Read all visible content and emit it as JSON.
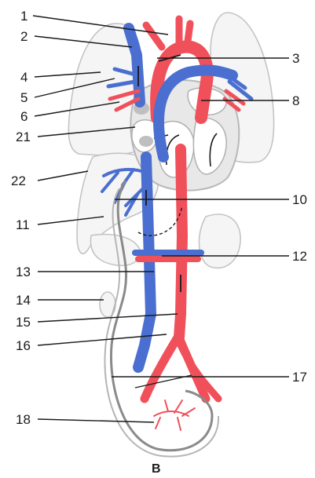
{
  "figure": {
    "panel_label": "B",
    "callouts": [
      {
        "id": "1",
        "label": "1"
      },
      {
        "id": "2",
        "label": "2"
      },
      {
        "id": "3",
        "label": "3"
      },
      {
        "id": "4",
        "label": "4"
      },
      {
        "id": "5",
        "label": "5"
      },
      {
        "id": "6",
        "label": "6"
      },
      {
        "id": "8",
        "label": "8"
      },
      {
        "id": "21",
        "label": "21"
      },
      {
        "id": "22",
        "label": "22"
      },
      {
        "id": "10",
        "label": "10"
      },
      {
        "id": "11",
        "label": "11"
      },
      {
        "id": "12",
        "label": "12"
      },
      {
        "id": "13",
        "label": "13"
      },
      {
        "id": "14",
        "label": "14"
      },
      {
        "id": "15",
        "label": "15"
      },
      {
        "id": "16",
        "label": "16"
      },
      {
        "id": "17",
        "label": "17"
      },
      {
        "id": "18",
        "label": "18"
      }
    ],
    "colors": {
      "artery": "#f0505a",
      "vein": "#4a6fd0",
      "organ_outline": "#c8c8c8",
      "organ_fill": "#f4f4f4",
      "heart_fill": "#e9e9e9",
      "ink": "#1a1a1a"
    }
  }
}
